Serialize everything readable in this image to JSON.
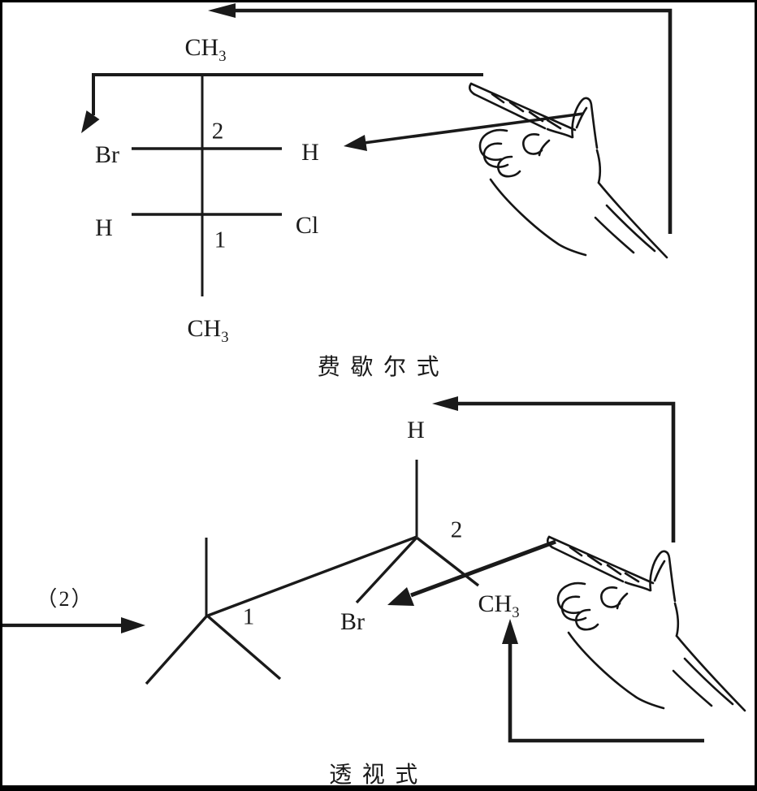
{
  "colors": {
    "ink": "#1a1a1a",
    "paper": "#ffffff"
  },
  "fischer": {
    "caption": "费歇尔式",
    "top_group": {
      "base": "CH",
      "sub": "3"
    },
    "bottom_group": {
      "base": "CH",
      "sub": "3"
    },
    "c2_label": "2",
    "c1_label": "1",
    "c2_left": "Br",
    "c2_right": "H",
    "c1_left": "H",
    "c1_right": "Cl"
  },
  "perspective": {
    "caption": "透视式",
    "step_label": "（2）",
    "top_group": "H",
    "c2_label": "2",
    "c1_label": "1",
    "left_group": "Br",
    "right_group": {
      "base": "CH",
      "sub": "3"
    }
  }
}
